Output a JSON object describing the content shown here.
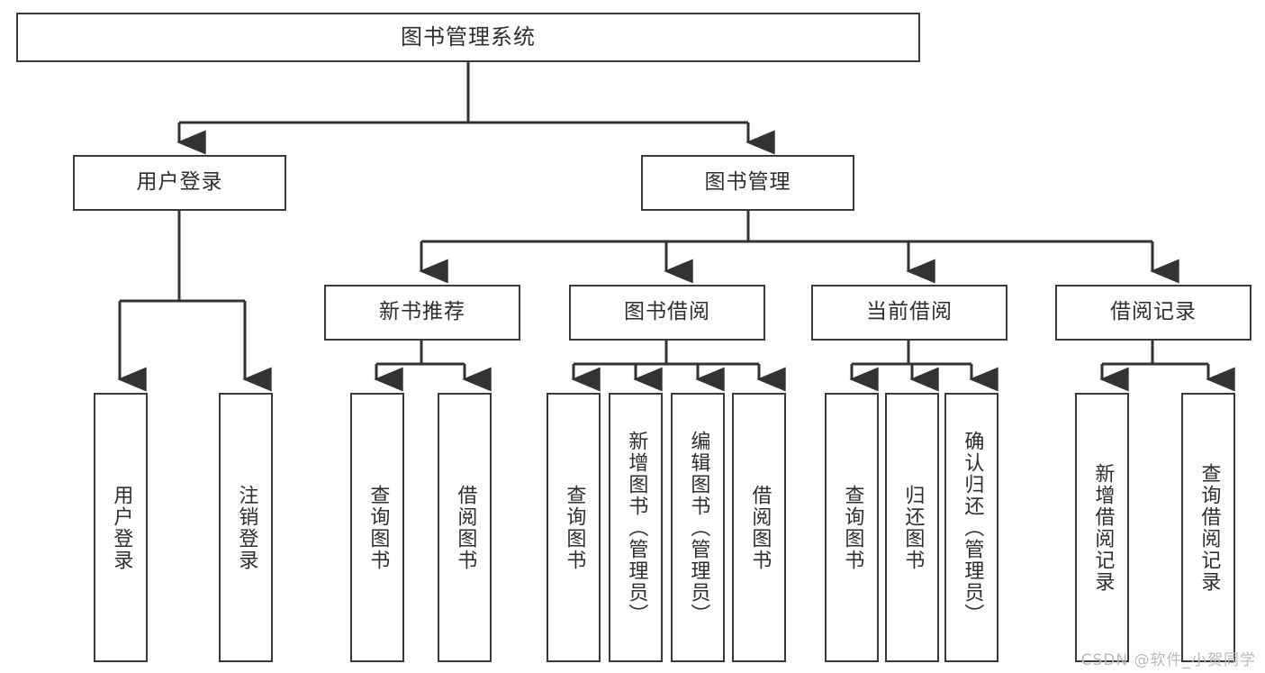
{
  "diagram": {
    "title": "图书管理系统",
    "type": "tree",
    "watermark": "CSDN @软件_小贺同学",
    "colors": {
      "box_border": "#3a3a3a",
      "box_fill": "#ffffff",
      "text": "#2e2e2e",
      "connector": "#333333",
      "watermark": "#b9b9b9",
      "background": "#ffffff"
    },
    "levels": {
      "root": {
        "label": "图书管理系统"
      },
      "level2": [
        {
          "label": "用户登录"
        },
        {
          "label": "图书管理"
        }
      ],
      "level3": [
        {
          "label": "新书推荐",
          "parent": "图书管理"
        },
        {
          "label": "图书借阅",
          "parent": "图书管理"
        },
        {
          "label": "当前借阅",
          "parent": "图书管理"
        },
        {
          "label": "借阅记录",
          "parent": "图书管理"
        }
      ],
      "leaves": [
        {
          "label": "用户登录",
          "parent": "用户登录"
        },
        {
          "label": "注销登录",
          "parent": "用户登录"
        },
        {
          "label": "查询图书",
          "parent": "新书推荐"
        },
        {
          "label": "借阅图书",
          "parent": "新书推荐"
        },
        {
          "label": "查询图书",
          "parent": "图书借阅"
        },
        {
          "label": "新增图书（管理员）",
          "parent": "图书借阅"
        },
        {
          "label": "编辑图书（管理员）",
          "parent": "图书借阅"
        },
        {
          "label": "借阅图书",
          "parent": "图书借阅"
        },
        {
          "label": "查询图书",
          "parent": "当前借阅"
        },
        {
          "label": "归还图书",
          "parent": "当前借阅"
        },
        {
          "label": "确认归还（管理员）",
          "parent": "当前借阅"
        },
        {
          "label": "新增借阅记录",
          "parent": "借阅记录"
        },
        {
          "label": "查询借阅记录",
          "parent": "借阅记录"
        }
      ]
    }
  }
}
